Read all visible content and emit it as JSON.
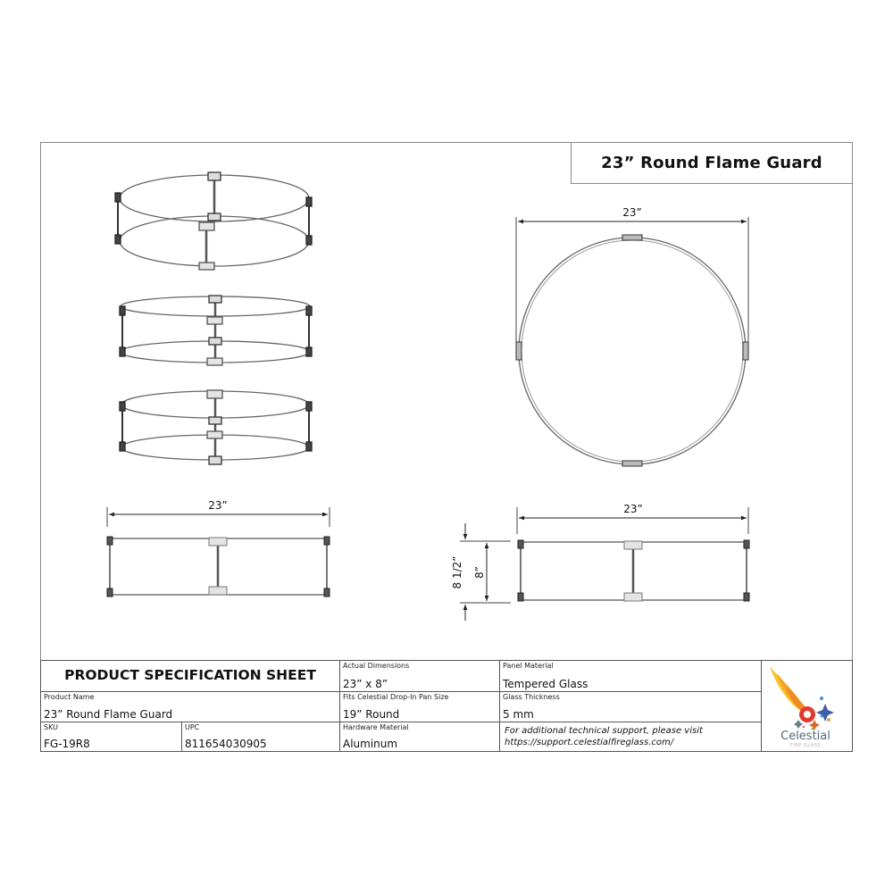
{
  "header": {
    "title": "23” Round Flame Guard"
  },
  "drawings": {
    "top_view_width": "23”",
    "front_view_left_width": "23”",
    "front_view_right_width": "23”",
    "overall_height": "8 1/2”",
    "glass_height": "8”",
    "views": [
      "isometric-view-1",
      "isometric-view-2",
      "isometric-view-3",
      "top-view",
      "front-view-left",
      "front-view-right-dimensioned"
    ]
  },
  "spec_sheet": {
    "heading": "PRODUCT SPECIFICATION SHEET",
    "product_name": {
      "label": "Product Name",
      "value": "23” Round Flame Guard"
    },
    "sku": {
      "label": "SKU",
      "value": "FG-19R8"
    },
    "upc": {
      "label": "UPC",
      "value": "811654030905"
    },
    "actual_dimensions": {
      "label": "Actual Dimensions",
      "value": "23” x 8”"
    },
    "pan_size": {
      "label": "Fits Celestial Drop-In Pan Size",
      "value": "19” Round"
    },
    "hardware_material": {
      "label": "Hardware Material",
      "value": "Aluminum"
    },
    "panel_material": {
      "label": "Panel Material",
      "value": "Tempered Glass"
    },
    "glass_thickness": {
      "label": "Glass Thickness",
      "value": "5 mm"
    },
    "support_line1": "For additional technical support, please visit",
    "support_line2": "https://support.celestialfireglass.com/"
  },
  "logo": {
    "name": "Celestial",
    "tagline": "FIRE GLASS",
    "colors": {
      "flame_yellow": "#f7c531",
      "flame_orange": "#f08a24",
      "flame_red": "#e23b2e",
      "text": "#4f6b77",
      "star_blue": "#3f5fa8"
    }
  }
}
